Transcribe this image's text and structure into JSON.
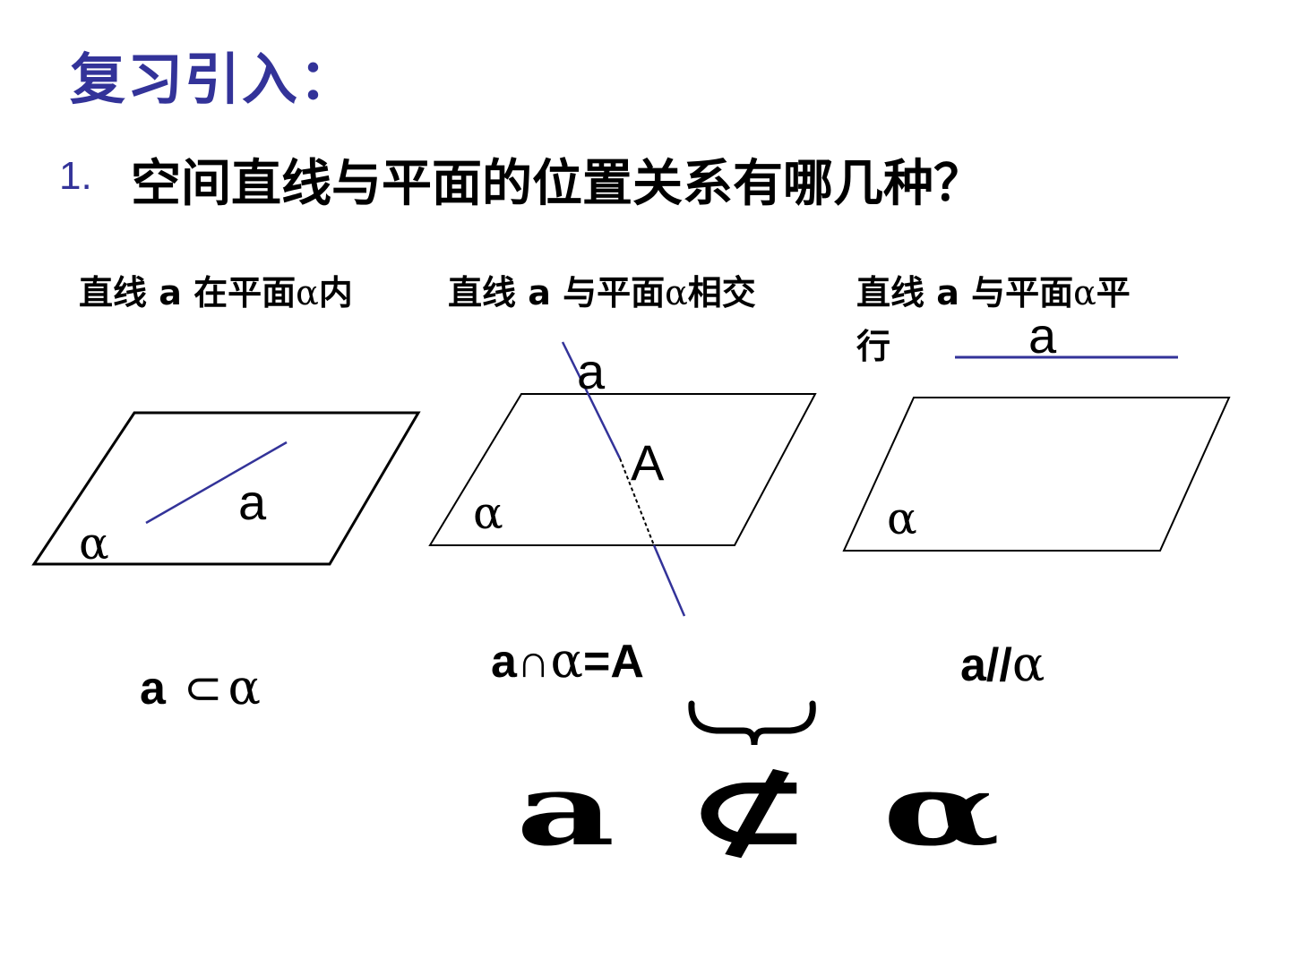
{
  "slide": {
    "title": "复习引入：",
    "question_number": "1.",
    "question_text": "空间直线与平面的位置关系有哪几种？"
  },
  "cases": [
    {
      "caption_prefix": "直线 a 在平面",
      "caption_alpha": "α",
      "caption_suffix": "内",
      "line_label": "a",
      "plane_label": "α",
      "formula_a": "a",
      "formula_symbol": "⊂",
      "formula_alpha": "α"
    },
    {
      "caption_prefix": "直线 a 与平面",
      "caption_alpha": "α",
      "caption_suffix": "相交",
      "line_label": "a",
      "point_label": "A",
      "plane_label": "α",
      "formula_a": "a∩",
      "formula_alpha": "α",
      "formula_rest": "=A"
    },
    {
      "caption_prefix": "直线 a 与平面",
      "caption_alpha": "α",
      "caption_suffix": "平",
      "caption_line2": "行",
      "line_label": "a",
      "plane_label": "α",
      "formula_a": "a//",
      "formula_alpha": "α"
    }
  ],
  "summary": {
    "text": "a ⊄ α"
  },
  "colors": {
    "title": "#333399",
    "line": "#333399",
    "text": "#000000"
  }
}
